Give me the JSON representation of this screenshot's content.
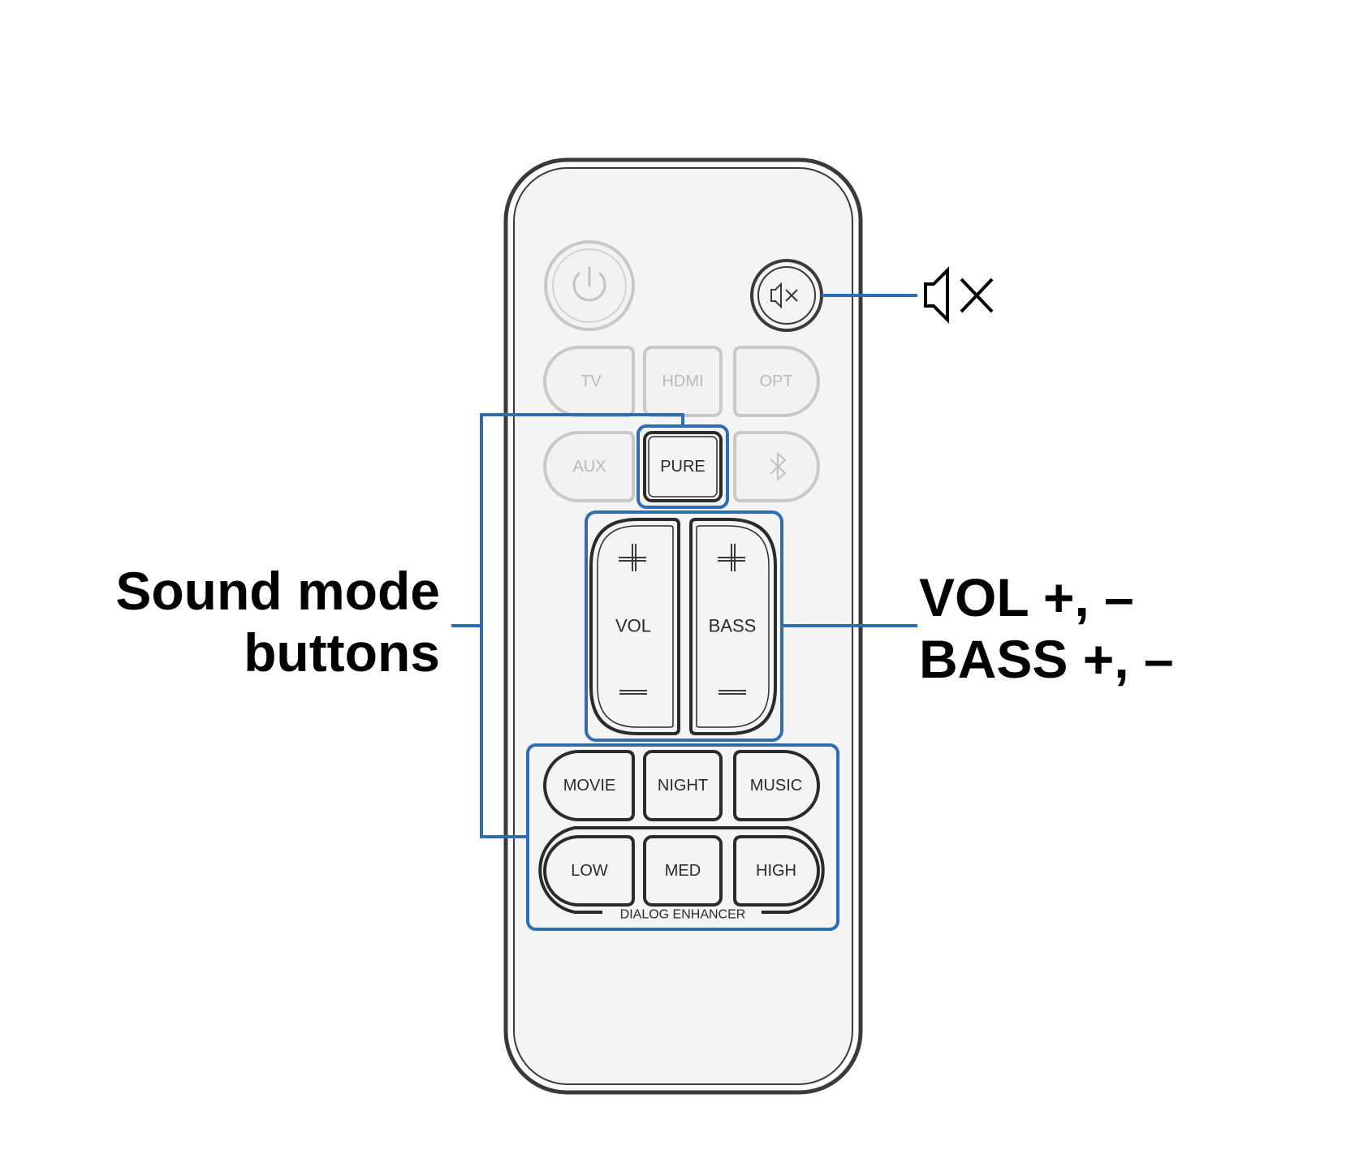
{
  "remote": {
    "source_buttons_row1": [
      "TV",
      "HDMI",
      "OPT"
    ],
    "source_buttons_row2": [
      "AUX",
      "PURE"
    ],
    "bluetooth_icon": "bluetooth-icon",
    "power_icon": "power-icon",
    "mute_icon": "speaker-mute-icon",
    "vol_label": "VOL",
    "bass_label": "BASS",
    "plus_symbol": "+",
    "minus_symbol": "–",
    "sound_modes": [
      "MOVIE",
      "NIGHT",
      "MUSIC"
    ],
    "dialog_levels": [
      "LOW",
      "MED",
      "HIGH"
    ],
    "dialog_enhancer_label": "DIALOG ENHANCER"
  },
  "callouts": {
    "sound_mode_line1": "Sound mode",
    "sound_mode_line2": "buttons",
    "vol_line1": "VOL +, –",
    "vol_line2": "BASS +, –",
    "mute_icon": "speaker-mute-icon"
  },
  "colors": {
    "highlight": "#2e6db4",
    "remote_body": "#f4f4f4",
    "outline": "#3a3a3a",
    "dim": "#c8c8c8"
  }
}
